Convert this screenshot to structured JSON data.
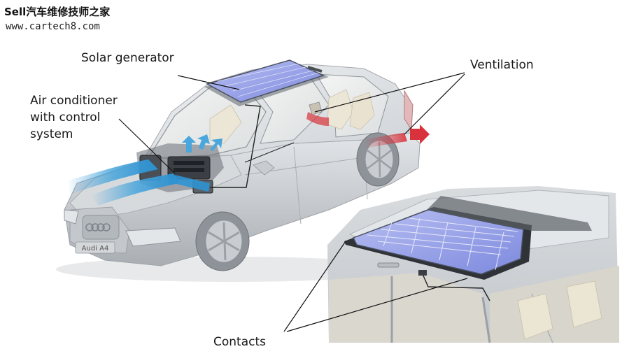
{
  "watermark": {
    "title": "Sell汽车维修技师之家",
    "url": "www.cartech8.com"
  },
  "labels": {
    "solar_generator": "Solar generator",
    "ventilation": "Ventilation",
    "air_conditioner_line1": "Air conditioner",
    "air_conditioner_line2": "with control",
    "air_conditioner_line3": "system",
    "contacts": "Contacts"
  },
  "car": {
    "badge": "Audi A4"
  },
  "colors": {
    "car_body": "#c9cdd1",
    "car_shadow": "#9aa0a6",
    "solar_panel": "#8f9ae6",
    "airflow_blue": "#4aa6dc",
    "airflow_red": "#d8323c",
    "leader_line": "#111111"
  }
}
